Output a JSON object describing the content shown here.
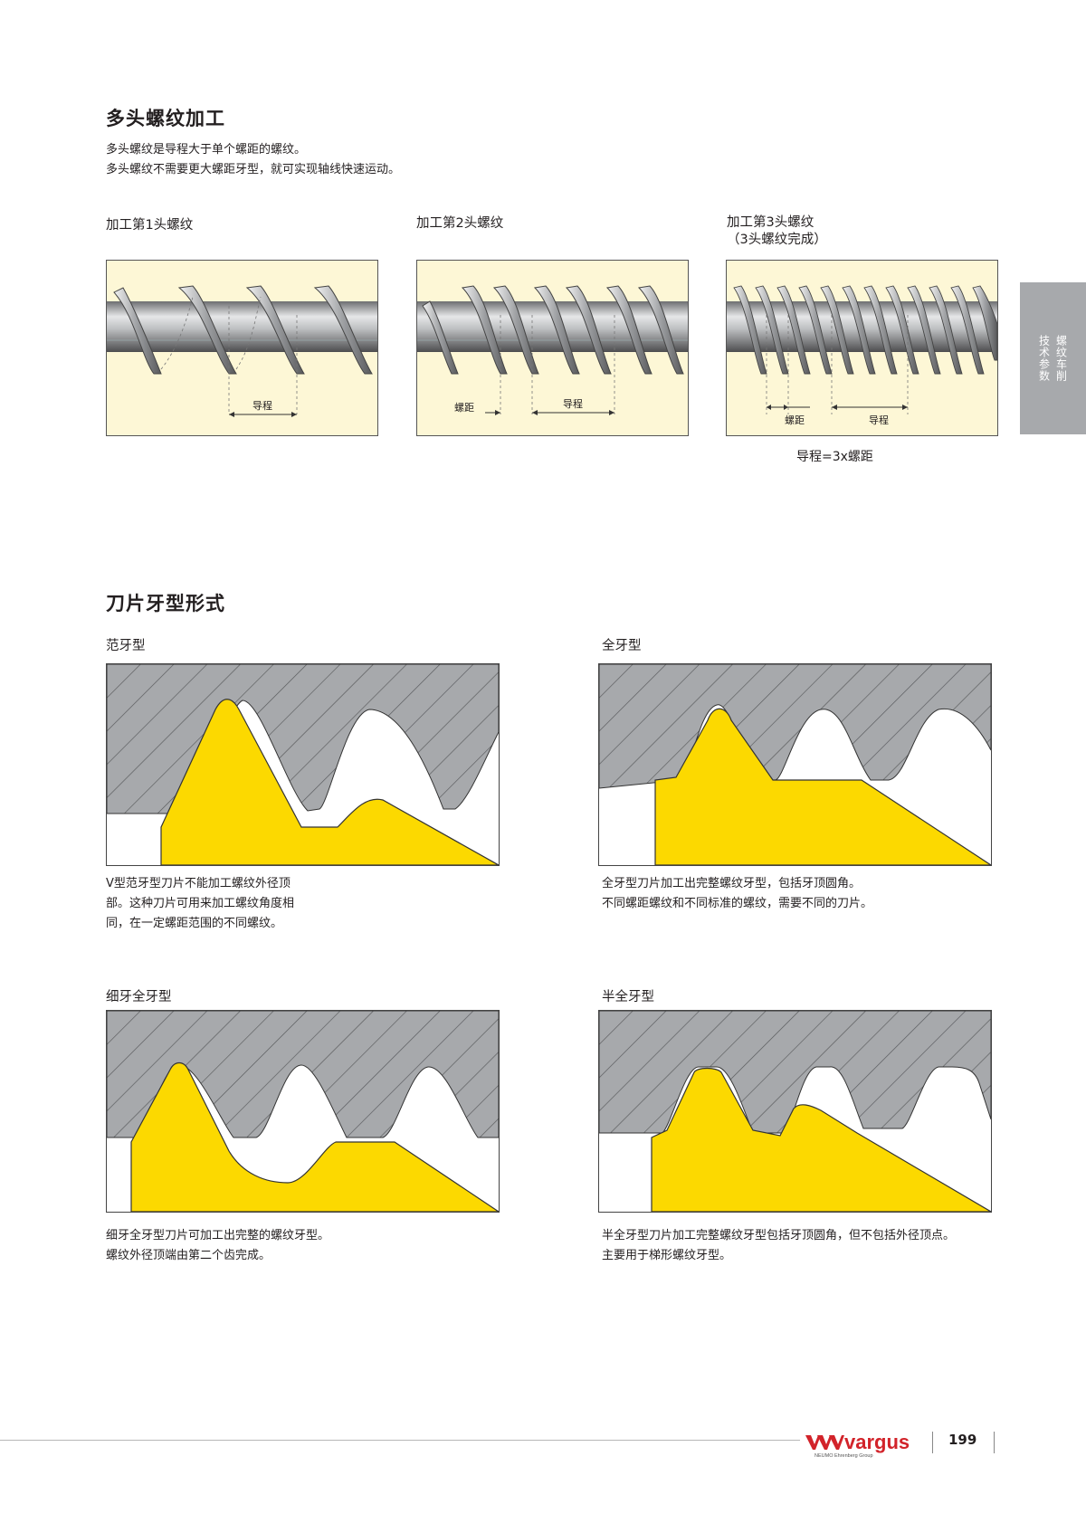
{
  "section1": {
    "title": "多头螺纹加工",
    "desc": [
      "多头螺纹是导程大于单个螺距的螺纹。",
      "多头螺纹不需要更大螺距牙型，就可实现轴线快速运动。"
    ],
    "figures": [
      {
        "caption": "加工第1头螺纹",
        "labels": [
          "导程"
        ]
      },
      {
        "caption": "加工第2头螺纹",
        "labels": [
          "螺距",
          "导程"
        ]
      },
      {
        "caption_lines": [
          "加工第3头螺纹",
          "（3头螺纹完成）"
        ],
        "labels": [
          "螺距",
          "导程"
        ],
        "note": "导程=3x螺距"
      }
    ]
  },
  "section2": {
    "title": "刀片牙型形式",
    "profiles": [
      {
        "title": "范牙型",
        "desc": [
          "V型范牙型刀片不能加工螺纹外径顶",
          "部。这种刀片可用来加工螺纹角度相",
          "同，在一定螺距范围的不同螺纹。"
        ]
      },
      {
        "title": "全牙型",
        "desc": [
          "全牙型刀片加工出完整螺纹牙型，包括牙顶圆角。",
          "不同螺距螺纹和不同标准的螺纹，需要不同的刀片。"
        ]
      },
      {
        "title": "细牙全牙型",
        "desc": [
          "细牙全牙型刀片可加工出完整的螺纹牙型。",
          "螺纹外径顶端由第二个齿完成。"
        ]
      },
      {
        "title": "半全牙型",
        "desc": [
          "半全牙型刀片加工完整螺纹牙型包括牙顶圆角，但不包括外径顶点。",
          "主要用于梯形螺纹牙型。"
        ]
      }
    ]
  },
  "side_tab": [
    "螺纹车削",
    "技术参数"
  ],
  "footer": {
    "brand": "vargus",
    "brand_sub": "NEUMO Ehrenberg Group",
    "page": "199"
  },
  "colors": {
    "insert": "#fcd900",
    "workpiece": "#a7a9ac",
    "fig_bg": "#fdf7d6",
    "tab": "#a7a9ac",
    "logo_red": "#d2232a"
  }
}
